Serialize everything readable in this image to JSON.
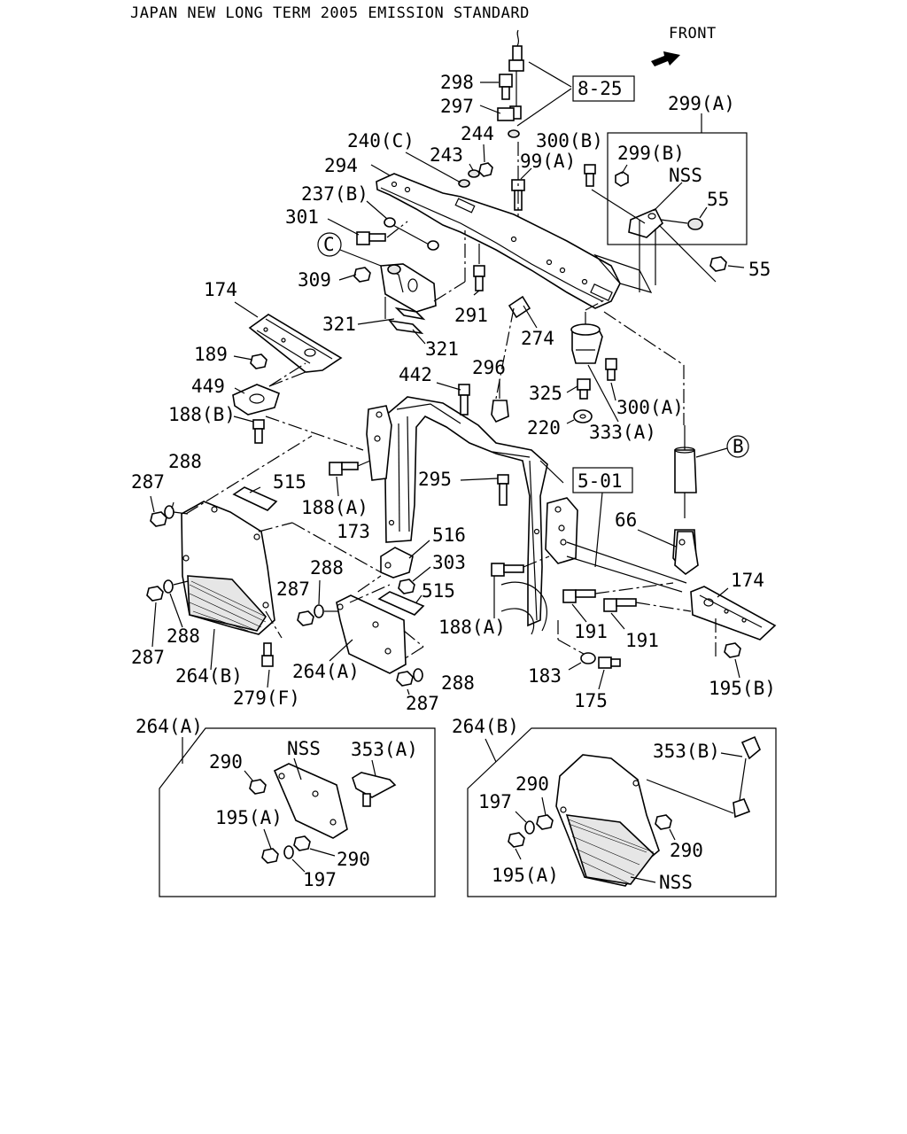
{
  "header": {
    "title": "JAPAN NEW LONG TERM 2005 EMISSION STANDARD",
    "front_label": "FRONT"
  },
  "references": {
    "ref_8_25": "8-25",
    "ref_5_01": "5-01"
  },
  "callouts": {
    "c298": "298",
    "c297": "297",
    "c299a": "299(A)",
    "c299b": "299(B)",
    "c300b": "300(B)",
    "c240c": "240(C)",
    "c244": "244",
    "c243": "243",
    "c294": "294",
    "c99a": "99(A)",
    "c237b": "237(B)",
    "c301": "301",
    "cNSS1": "NSS",
    "c55a": "55",
    "c55b": "55",
    "cC": "C",
    "c309": "309",
    "c291": "291",
    "c174a": "174",
    "c321a": "321",
    "c321b": "321",
    "c274": "274",
    "c189": "189",
    "c449": "449",
    "c188b": "188(B)",
    "c442": "442",
    "c296": "296",
    "c325": "325",
    "c300a": "300(A)",
    "c220": "220",
    "c333a": "333(A)",
    "cB": "B",
    "c288a": "288",
    "c287a": "287",
    "c515a": "515",
    "c188a1": "188(A)",
    "c295": "295",
    "c173": "173",
    "c66": "66",
    "c516": "516",
    "c303": "303",
    "c288b": "288",
    "c287b": "287",
    "c515b": "515",
    "c174b": "174",
    "c288c": "288",
    "c287c": "287",
    "c188a2": "188(A)",
    "c191a": "191",
    "c191b": "191",
    "c264b": "264(B)",
    "c264a": "264(A)",
    "c288d": "288",
    "c279f": "279(F)",
    "c287d": "287",
    "c183": "183",
    "c175": "175",
    "c195b": "195(B)"
  },
  "detail_a": {
    "title": "264(A)",
    "nss": "NSS",
    "c353a": "353(A)",
    "c290a": "290",
    "c195a": "195(A)",
    "c290b": "290",
    "c197": "197"
  },
  "detail_b": {
    "title": "264(B)",
    "c353b": "353(B)",
    "c290a": "290",
    "c197": "197",
    "c290b": "290",
    "c195a": "195(A)",
    "nss": "NSS"
  }
}
